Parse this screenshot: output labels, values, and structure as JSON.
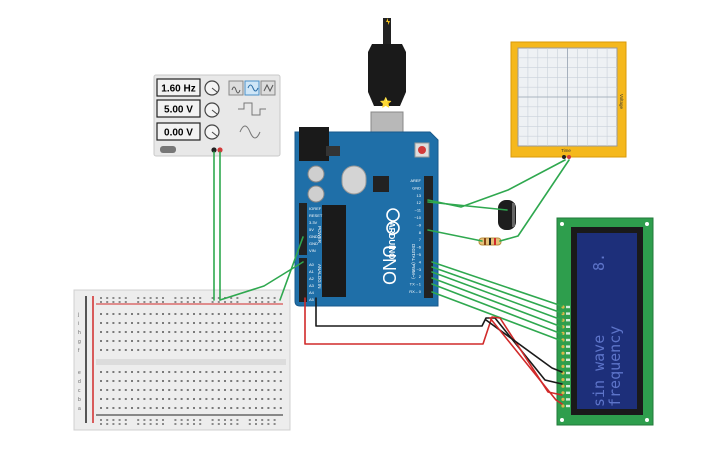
{
  "function_generator": {
    "frequency": "1.60 Hz",
    "amplitude": "5.00 V",
    "dc_offset": "0.00 V",
    "waveforms": [
      "square-wave-icon",
      "sine-wave-icon",
      "triangle-wave-icon"
    ],
    "selected_waveform": "sine-wave-icon"
  },
  "arduino": {
    "brand": "ARDUINO",
    "model": "UNO",
    "digital_label": "DIGITAL (PWM~)",
    "power_label": "POWER",
    "analog_label": "ANALOG IN",
    "header_pins_right": [
      "AREF",
      "GND",
      "13",
      "12",
      "~11",
      "~10",
      "~9",
      "8",
      "7",
      "~6",
      "~5",
      "4",
      "~3",
      "2",
      "TX→1",
      "RX←0"
    ],
    "header_pins_power": [
      "IOREF",
      "RESET",
      "3.3V",
      "5V",
      "GND",
      "GND",
      "VIN"
    ],
    "header_pins_analog": [
      "A0",
      "A1",
      "A2",
      "A3",
      "A4",
      "A5"
    ]
  },
  "oscilloscope": {
    "x_label": "Time",
    "y_label": "Voltage"
  },
  "lcd": {
    "line1": "sin wave",
    "line2": "frequency",
    "value": "8."
  },
  "breadboard": {
    "row_letters": [
      "j",
      "i",
      "h",
      "g",
      "f",
      "e",
      "d",
      "c",
      "b",
      "a"
    ]
  },
  "colors": {
    "wire_green": "#2fa84f",
    "wire_red": "#d12a2a",
    "wire_black": "#1a1a1a",
    "arduino_blue": "#1f6fa8",
    "scope_frame": "#f5b81c",
    "lcd_pcb": "#2e9e4d",
    "lcd_screen": "#1d2f7a",
    "lcd_text": "#5d74c9"
  }
}
